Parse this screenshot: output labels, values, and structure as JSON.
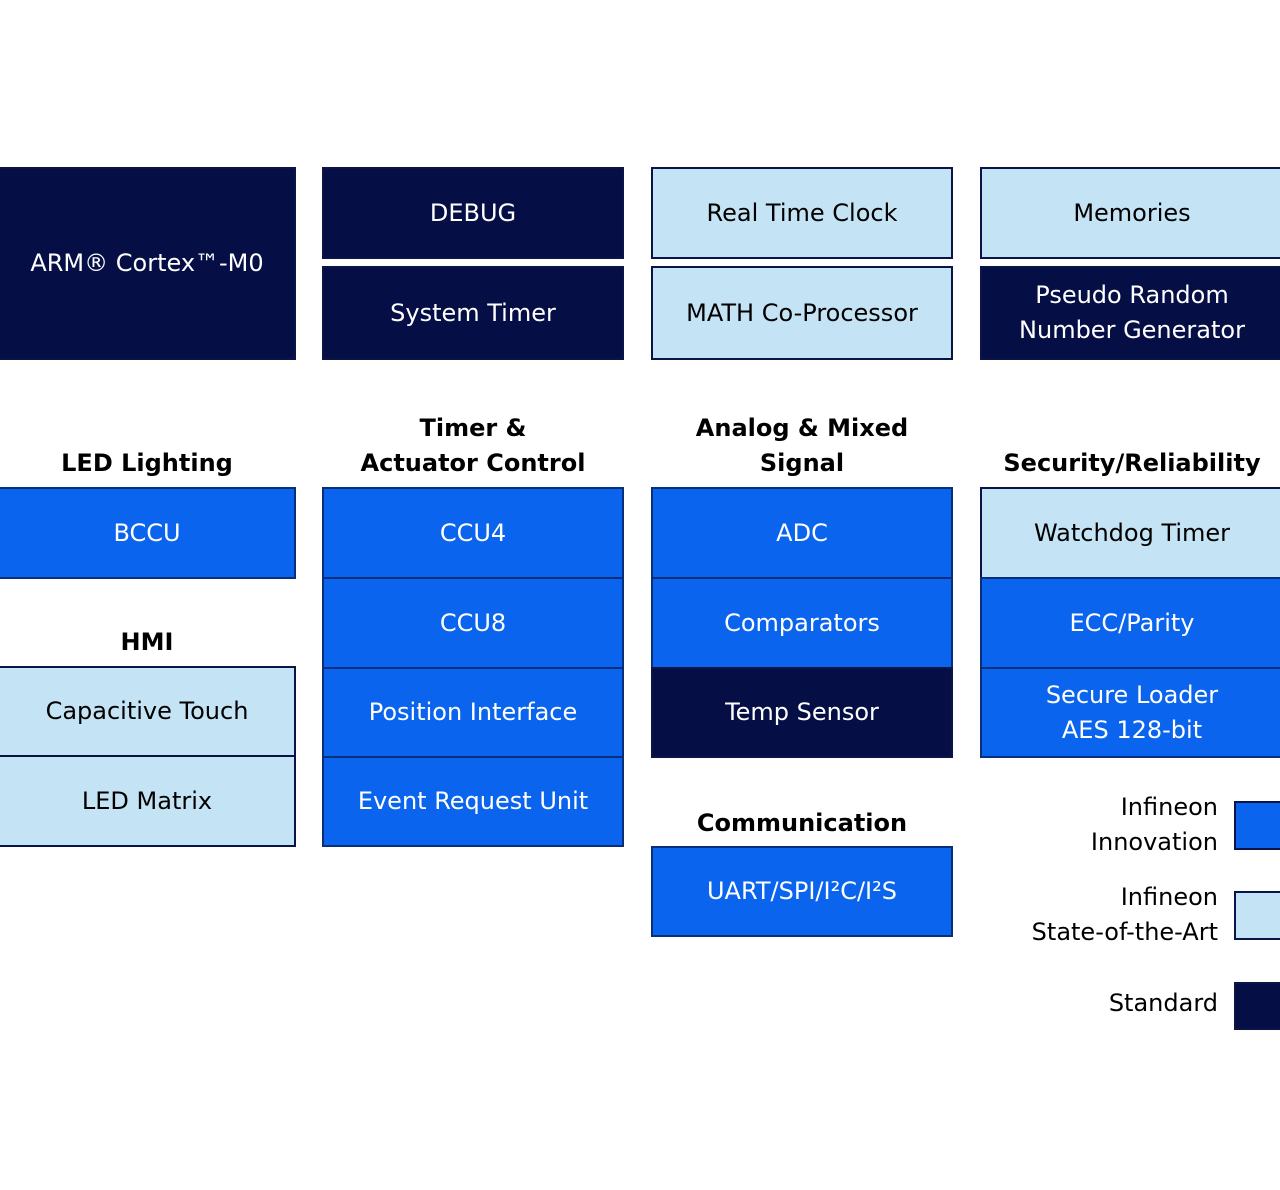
{
  "row_top": {
    "arm": "ARM® Cortex™-M0",
    "debug": "DEBUG",
    "system_timer": "System Timer",
    "rtc": "Real Time Clock",
    "math": "MATH Co-Processor",
    "memories": "Memories",
    "prng": "Pseudo Random\nNumber Generator"
  },
  "led_lighting": {
    "heading": "LED Lighting",
    "bccu": "BCCU"
  },
  "hmi": {
    "heading": "HMI",
    "cap_touch": "Capacitive Touch",
    "led_matrix": "LED Matrix"
  },
  "timer": {
    "heading": "Timer &\nActuator Control",
    "ccu4": "CCU4",
    "ccu8": "CCU8",
    "position": "Position Interface",
    "eru": "Event Request Unit"
  },
  "analog": {
    "heading": "Analog & Mixed\nSignal",
    "adc": "ADC",
    "comparators": "Comparators",
    "temp": "Temp Sensor"
  },
  "communication": {
    "heading": "Communication",
    "uart": "UART/SPI/I²C/I²S"
  },
  "security": {
    "heading": "Security/Reliability",
    "watchdog": "Watchdog Timer",
    "ecc": "ECC/Parity",
    "loader": "Secure Loader\nAES 128-bit"
  },
  "legend": {
    "innovation": "Infineon\nInnovation",
    "state_of_art": "Infineon\nState-of-the-Art",
    "standard": "Standard"
  },
  "colors": {
    "standard": "#060f45",
    "innovation": "#0a64ee",
    "state_of_art": "#c4e3f4"
  }
}
